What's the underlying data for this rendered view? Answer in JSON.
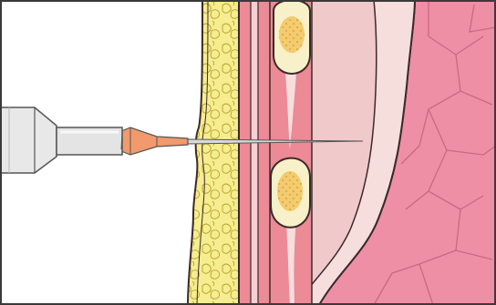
{
  "figure": {
    "caption": "",
    "colors": {
      "frame": "#3a3a3a",
      "background": "#ffffff",
      "fat_fill": "#f6ec90",
      "fat_lobule_line": "#b5a428",
      "muscle_fill": "#ec8a96",
      "fascia_stripe": "#f9d0d2",
      "rib_fill": "#f8f0c8",
      "rib_core": "#f2cc6e",
      "intercostal_fill": "#f6dedd",
      "pleural_space": "#f0c9cb",
      "lung_fill": "#ee8fa6",
      "lung_line": "#c96a82",
      "outline": "#3b2a2a",
      "syringe_body": "#e8e8e8",
      "syringe_line": "#555555",
      "needle_hub": "#f09a6e",
      "needle_shaft": "#d9d9d9"
    },
    "components": [
      "syringe",
      "needle-hub",
      "needle-shaft",
      "subcutaneous-fat-layer",
      "muscle-layer",
      "upper-rib",
      "lower-rib",
      "pleural-space",
      "lung"
    ]
  }
}
